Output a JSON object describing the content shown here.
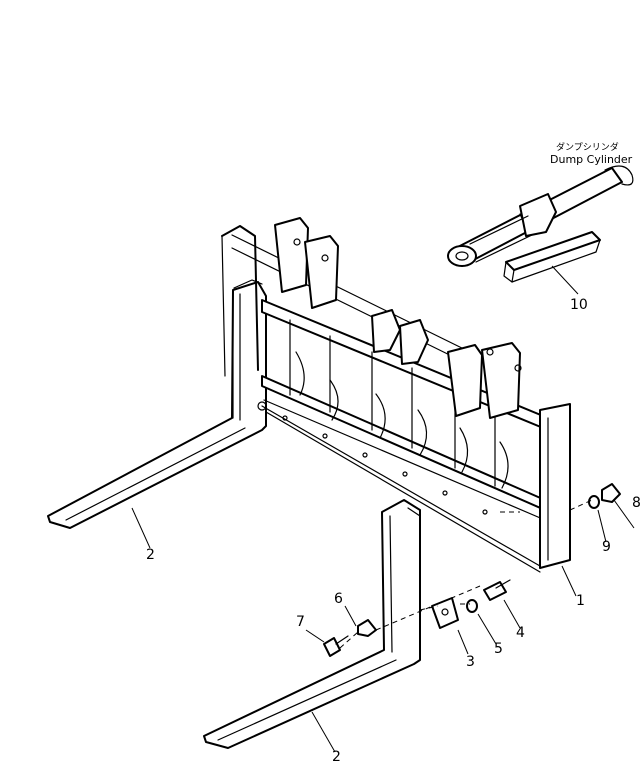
{
  "diagram": {
    "labels": {
      "dump_cylinder_jp": "ダンプシリンダ",
      "dump_cylinder_en": "Dump Cylinder"
    },
    "callouts": {
      "c1": "1",
      "c2_left": "2",
      "c2_bottom": "2",
      "c3": "3",
      "c4": "4",
      "c5": "5",
      "c6": "6",
      "c7": "7",
      "c8": "8",
      "c9": "9",
      "c10": "10"
    }
  }
}
